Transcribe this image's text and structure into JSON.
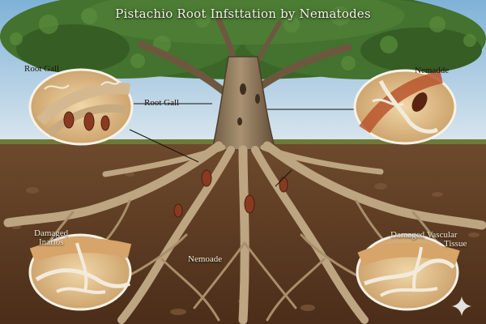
{
  "title": "Pistachio Root Infsttation by Nematodes",
  "labels": {
    "root_gall_inset": "Root Gall",
    "root_gall_pointer": "Root Gall",
    "nematode_top_right": "Nemadde",
    "damaged_left_line1": "Damaged",
    "damaged_left_line2": "Inafios",
    "nematode_center": "Nemoade",
    "damaged_vascular_line1": "Damaged Vascular",
    "damaged_vascular_line2": "Tissue"
  },
  "colors": {
    "sky_top": "#7fb2d8",
    "sky_bottom": "#dbe7ee",
    "foliage": "#3f6b2a",
    "bark": "#9a8465",
    "root": "#c2ab86",
    "soil": "#5d3a22",
    "inset_bg": "#e9cf9e"
  },
  "icons": {
    "watermark": "sparkle-icon"
  }
}
